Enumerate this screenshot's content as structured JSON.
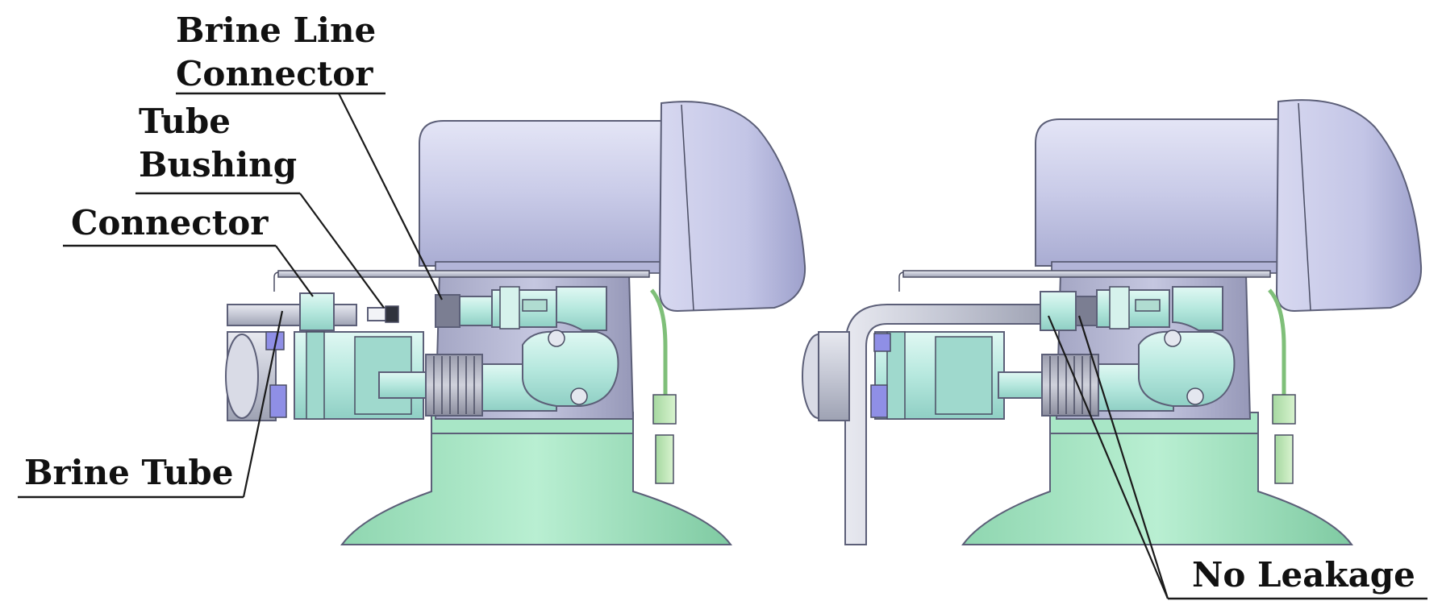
{
  "labels": {
    "brine_line_connector_line1": "Brine Line",
    "brine_line_connector_line2": "Connector",
    "tube_bushing_line1": "Tube",
    "tube_bushing_line2": "Bushing",
    "connector": "Connector",
    "brine_tube": "Brine Tube",
    "no_leakage": "No Leakage"
  },
  "colors": {
    "controller_housing": "#c9cbe8",
    "tank": "#9fe0bd",
    "valve_body": "#c4eee6",
    "pipe": "#c7cad6",
    "background": "#ffffff"
  }
}
